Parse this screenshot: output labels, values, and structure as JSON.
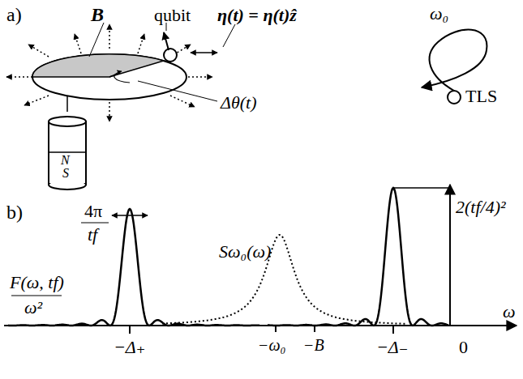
{
  "diagram": {
    "labels": [
      "a)",
      "B",
      "qubit",
      "η(t) = η(t)ẑ",
      "Δθ(t)",
      "N",
      "S",
      "ω₀",
      "TLS",
      "b)",
      "4π",
      "tf",
      "F(ω, tf)",
      "ω²",
      "Sω₀(ω)",
      "2(tf/4)²",
      "ω",
      "−Δ₊",
      "−ω₀",
      "−B",
      "−Δ₋",
      "0"
    ]
  }
}
